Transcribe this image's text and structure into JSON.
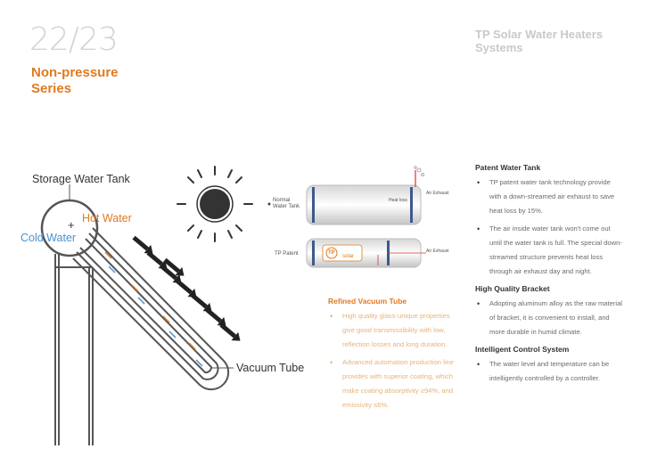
{
  "page": {
    "number": "22/23"
  },
  "header": {
    "series_title": "Non-pressure Series",
    "brand_title": "TP Solar Water Heaters Systems"
  },
  "diagram": {
    "storage_tank_label": "Storage Water Tank",
    "hot_water_label": "Hot Water",
    "plus_sign": "+",
    "cold_water_label": "Cold Water",
    "vacuum_tube_label": "Vacuum Tube",
    "colors": {
      "hot": "#e07a1f",
      "cold": "#4a90d0",
      "line": "#555555"
    },
    "icons": [
      "sun-icon",
      "sunlight-arrow-icon"
    ]
  },
  "tank_comparison": {
    "normal_label": "Normal Water Tank",
    "patent_label": "TP Patent",
    "air_exhaust_label": "Air Exhaust",
    "heat_loss_label": "Heat loss",
    "logo_text": "solar",
    "logo_mark": "TP"
  },
  "features": {
    "vacuum_tube": {
      "title": "Refined Vacuum Tube",
      "bullets": [
        "High quality glass-unique properties give good transmissibility with low, reflection losses and long duration.",
        "Advanced automation production line provides with superior coating, which make coating absorptivity ≥94%, and emissivity ≤6%."
      ]
    },
    "patent_tank": {
      "title": "Patent Water Tank",
      "bullets": [
        "TP patent water tank technology provide with a down-streamed air exhaust to save heat loss by 15%.",
        "The air inside water tank won't come out until the water tank is full. The special down-streamed structure prevents heat loss through air exhaust day and night."
      ]
    },
    "bracket": {
      "title": "High Quality Bracket",
      "bullets": [
        "Adopting aluminum alloy as the raw material of bracket, it is convenient to install, and more durable in humid climate."
      ]
    },
    "control": {
      "title": "Intelligent Control System",
      "bullets": [
        "The water level and temperature can be intelligently controlled by a controller."
      ]
    }
  }
}
